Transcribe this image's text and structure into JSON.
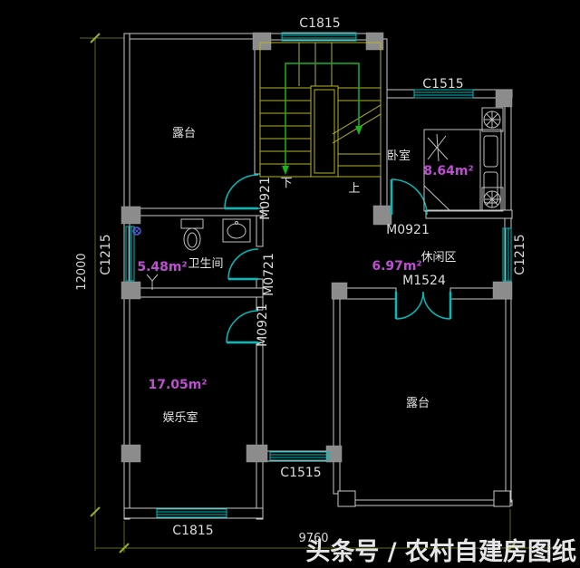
{
  "watermark": "头条号 / 农村自建房图纸",
  "labels": {
    "win_c1815_top": "C1815",
    "win_c1515_topright": "C1515",
    "win_c1215_left": "C1215",
    "win_c1215_right": "C1215",
    "win_c1515_bottom": "C1515",
    "win_c1815_bottom": "C1815",
    "door_terrace": "M0921",
    "door_bath": "M0721",
    "door_entertainment": "M0921",
    "door_bedroom": "M0921",
    "door_balcony_double": "M1524",
    "room_terrace_tl": "露台",
    "room_bedroom": "卧室",
    "area_bedroom": "8.64m²",
    "room_bathroom": "卫生间",
    "area_bathroom": "5.48m²",
    "room_leisure": "休闲区",
    "area_leisure": "6.97m²",
    "room_entertainment": "娱乐室",
    "area_entertainment": "17.05m²",
    "room_terrace_br": "露台",
    "stair_down": "下",
    "stair_up": "上",
    "dim_height": "12000",
    "dim_width": "9760"
  },
  "colors": {
    "background": "#000000",
    "wall": "#c8c8c8",
    "column": "#8c8c8c",
    "window_door": "#00bdbd",
    "stairs": "#b5b529",
    "direction_path": "#18b418",
    "area_text": "#bf4fd2",
    "dimension_line": "#5d6d1c",
    "label_text": "#dcdcdc"
  }
}
